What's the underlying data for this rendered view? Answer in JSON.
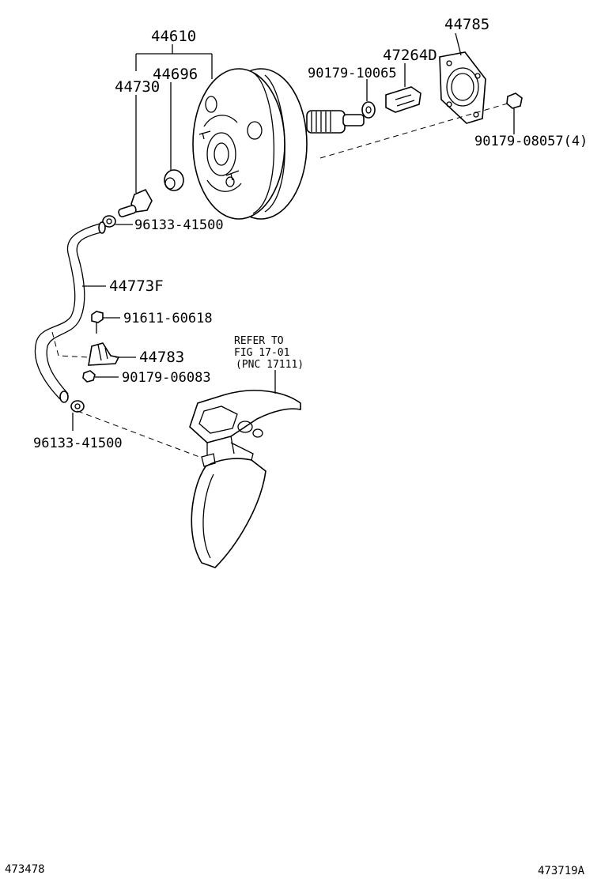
{
  "labels": {
    "p44610": "44610",
    "p44730": "44730",
    "p44696": "44696",
    "p90179_10065": "90179-10065",
    "p47264D": "47264D",
    "p44785": "44785",
    "p90179_08057": "90179-08057(4)",
    "p96133_41500_top": "96133-41500",
    "p44773F": "44773F",
    "p91611_60618": "91611-60618",
    "p44783": "44783",
    "p90179_06083": "90179-06083",
    "p96133_41500_bottom": "96133-41500",
    "refer_line1": "REFER TO",
    "refer_line2": "FIG 17-01",
    "refer_line3": "(PNC 17111)"
  },
  "footer": {
    "left_code": "473478",
    "right_code": "473719A"
  }
}
